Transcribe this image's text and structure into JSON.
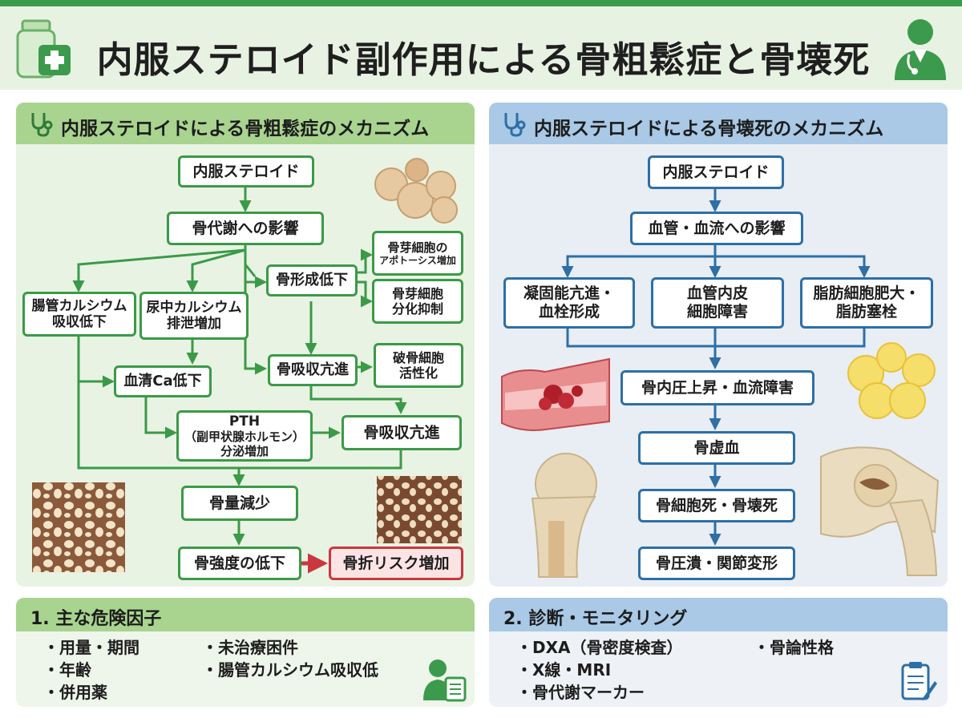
{
  "title": "内服ステロイド副作用による骨粗鬆症と骨壊死",
  "colors": {
    "green": "#3a9a48",
    "blue": "#2d6fa6",
    "red": "#c9383e"
  },
  "icons": [
    "medicine-bottle-icon",
    "doctor-icon",
    "stethoscope-icon",
    "doctor-tablet-icon",
    "clipboard-icon"
  ],
  "osteoporosis": {
    "header": "内服ステロイドによる骨粗鬆症のメカニズム",
    "nodes": {
      "steroid": "内服ステロイド",
      "metabolism": "骨代謝への影響",
      "intestinal_l1": "腸管カルシウム",
      "intestinal_l2": "吸収低下",
      "urinary_l1": "尿中カルシウム",
      "urinary_l2": "排泄増加",
      "formation": "骨形成低下",
      "apoptosis_l1": "骨芽細胞の",
      "apoptosis_l2": "アポトーシス増加",
      "diff_l1": "骨芽細胞",
      "diff_l2": "分化抑制",
      "resorption1": "骨吸収亢進",
      "osteoclast_l1": "破骨細胞",
      "osteoclast_l2": "活性化",
      "serum_ca": "血清Ca低下",
      "pth_l1": "PTH",
      "pth_l2": "（副甲状腺ホルモン）",
      "pth_l3": "分泌増加",
      "resorption2": "骨吸収亢進",
      "bone_loss": "骨量減少",
      "strength": "骨強度の低下",
      "fracture": "骨折リスク増加"
    }
  },
  "osteonecrosis": {
    "header": "内服ステロイドによる骨壊死のメカニズム",
    "nodes": {
      "steroid": "内服ステロイド",
      "vascular": "血管・血流への影響",
      "coag_l1": "凝固能亢進・",
      "coag_l2": "血栓形成",
      "endo_l1": "血管内皮",
      "endo_l2": "細胞障害",
      "fat_l1": "脂肪細胞肥大・",
      "fat_l2": "脂肪塞栓",
      "pressure": "骨内圧上昇・血流障害",
      "ischemia": "骨虚血",
      "necrosis": "骨細胞死・骨壊死",
      "collapse": "骨圧潰・関節変形"
    }
  },
  "risk_factors": {
    "header": "1. 主な危険因子",
    "col1": [
      "・用量・期間",
      "・年齢",
      "・併用薬"
    ],
    "col2": [
      "・未治療困件",
      "・腸管カルシウム吸収低"
    ]
  },
  "diagnosis": {
    "header": "2. 診断・モニタリング",
    "col1": [
      "・DXA（骨密度検査）",
      "・X線・MRI",
      "・骨代謝マーカー"
    ],
    "col2": [
      "・骨論性格"
    ]
  }
}
